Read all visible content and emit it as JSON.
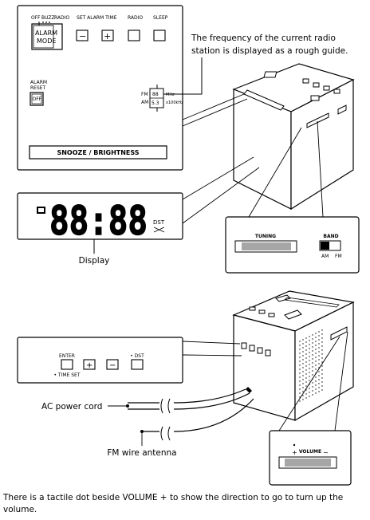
{
  "top_panel": {
    "mode_labels": {
      "off": "OFF",
      "buzz": "BUZZ",
      "radio": "RADIO"
    },
    "alarm_mode_line1": "ALARM",
    "alarm_mode_line2": "MODE",
    "set_alarm_time_label": "SET ALARM TIME",
    "minus_glyph": "−",
    "plus_glyph": "+",
    "radio_label": "RADIO",
    "sleep_label": "SLEEP",
    "alarm_reset_line1": "ALARM",
    "alarm_reset_line2": "RESET",
    "off_button_label": "OFF",
    "freq": {
      "fm_label": "FM",
      "am_label": "AM",
      "fm_value": "88",
      "am_value": "5.3",
      "fm_unit": "MHz",
      "am_unit": "x100kHz"
    },
    "snooze_label": "SNOOZE / BRIGHTNESS"
  },
  "callouts": {
    "frequency_line1": "The frequency of the current radio",
    "frequency_line2": "station is displayed as a rough guide.",
    "display": "Display",
    "ac_power_cord": "AC power cord",
    "fm_antenna": "FM wire antenna"
  },
  "display_panel": {
    "time_digits": "88:88",
    "dst_label": "DST"
  },
  "side_panel": {
    "tuning_label": "TUNING",
    "band_label": "BAND",
    "am_label": "AM",
    "fm_label": "FM"
  },
  "back_panel": {
    "enter_label": "ENTER",
    "time_set_label": "• TIME SET",
    "dst_label": "• DST",
    "plus_glyph": "+",
    "minus_glyph": "−"
  },
  "volume_panel": {
    "plus_glyph": "+",
    "minus_glyph": "−",
    "volume_label": "VOLUME"
  },
  "footer": {
    "line1": "There is a tactile dot beside VOLUME + to show the direction to go to turn up the",
    "line2": "volume."
  }
}
